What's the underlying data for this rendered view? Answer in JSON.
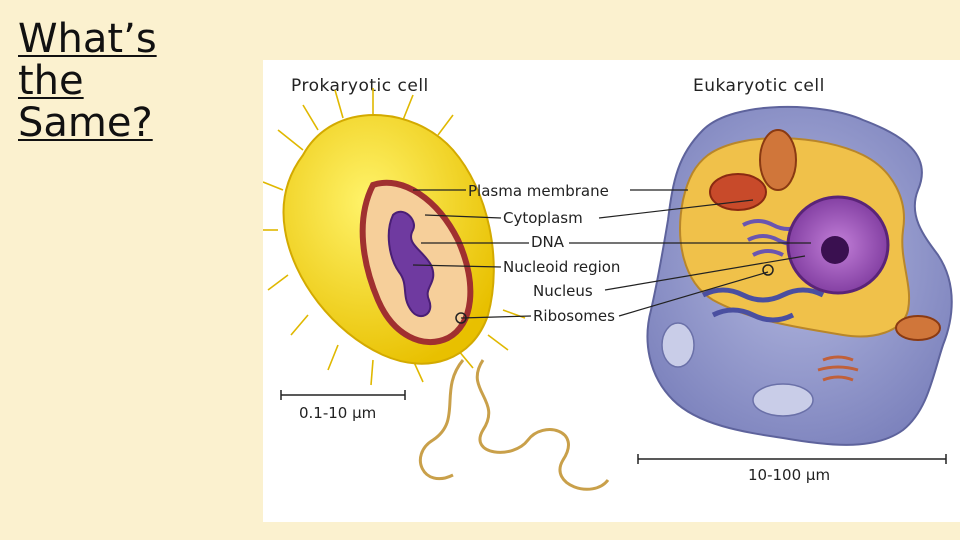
{
  "slide": {
    "title_lines": [
      "What’s",
      "the",
      "Same?"
    ]
  },
  "figure": {
    "prokaryote_heading": "Prokaryotic cell",
    "eukaryote_heading": "Eukaryotic cell",
    "labels": [
      "Plasma membrane",
      "Cytoplasm",
      "DNA",
      "Nucleoid region",
      "Nucleus",
      "Ribosomes"
    ],
    "prokaryote_scale": "0.1-10 µm",
    "eukaryote_scale": "10-100 µm"
  },
  "colors": {
    "background": "#fbf1cf",
    "prokaryote_body": "#f2d51e",
    "eukaryote_body": "#8f95c9",
    "nucleus": "#9b4fb8",
    "flagellum": "#c9a04a"
  }
}
